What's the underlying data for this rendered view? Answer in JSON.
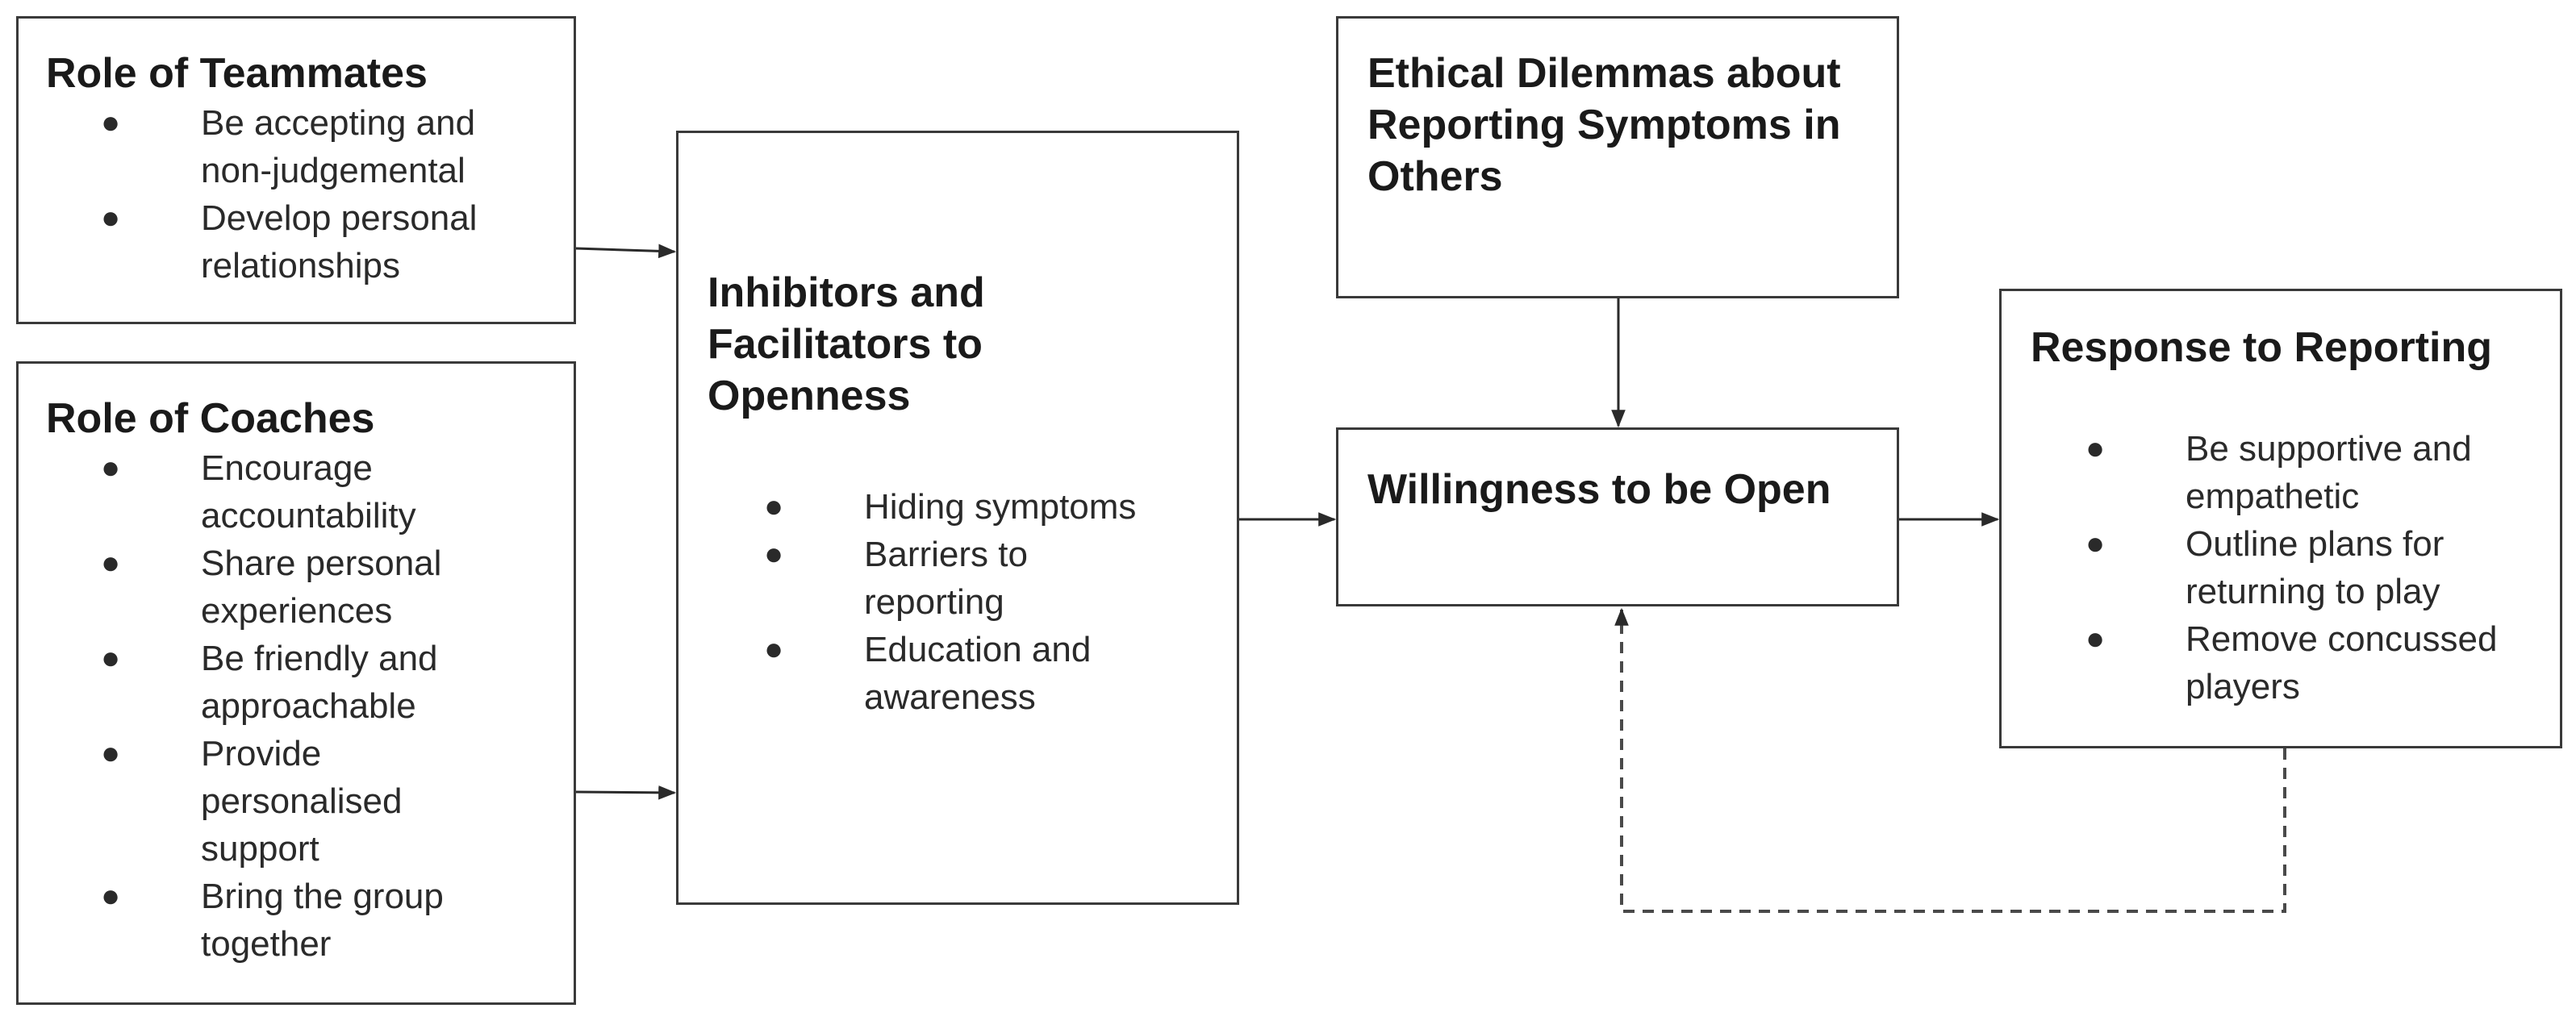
{
  "nodes": {
    "teammates": {
      "title": "Role of Teammates",
      "items": [
        "Be accepting and\nnon-judgemental",
        "Develop personal\nrelationships"
      ]
    },
    "coaches": {
      "title": "Role of Coaches",
      "items": [
        "Encourage\naccountability",
        "Share personal\nexperiences",
        "Be friendly and\napproachable",
        "Provide\npersonalised\nsupport",
        "Bring the group\ntogether"
      ]
    },
    "inhibitors": {
      "title": "Inhibitors and\nFacilitators to\nOpenness",
      "items": [
        "Hiding symptoms",
        "Barriers to\nreporting",
        "Education and\nawareness"
      ]
    },
    "ethical": {
      "title": "Ethical Dilemmas about\nReporting Symptoms in\nOthers"
    },
    "willingness": {
      "title": "Willingness to be Open"
    },
    "response": {
      "title": "Response to Reporting",
      "items": [
        "Be supportive and\nempathetic",
        "Outline plans for\nreturning to play",
        "Remove concussed\nplayers"
      ]
    }
  },
  "bullet": "●",
  "edges": [
    {
      "from": "teammates",
      "to": "inhibitors",
      "style": "solid"
    },
    {
      "from": "coaches",
      "to": "inhibitors",
      "style": "solid"
    },
    {
      "from": "inhibitors",
      "to": "willingness",
      "style": "solid"
    },
    {
      "from": "ethical",
      "to": "willingness",
      "style": "solid"
    },
    {
      "from": "willingness",
      "to": "response",
      "style": "solid"
    },
    {
      "from": "response",
      "to": "willingness",
      "style": "dashed"
    }
  ]
}
